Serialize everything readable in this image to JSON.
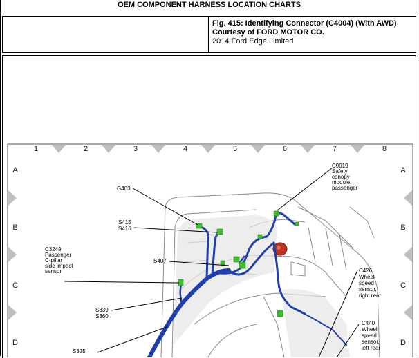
{
  "header": {
    "title": "OEM COMPONENT HARNESS LOCATION CHARTS"
  },
  "figure_info": {
    "caption": "Fig. 415: Identifying Connector (C4004) (With AWD)",
    "courtesy": "Courtesy of FORD MOTOR CO.",
    "vehicle": "2014 Ford Edge Limited"
  },
  "grid": {
    "columns": [
      "1",
      "2",
      "3",
      "4",
      "5",
      "6",
      "7",
      "8"
    ],
    "rows": [
      "A",
      "B",
      "C",
      "D"
    ]
  },
  "callouts": {
    "c9019": [
      "C9019",
      "Safety",
      "canopy",
      "module,",
      "passenger"
    ],
    "g403": [
      "G403"
    ],
    "s415": [
      "S415",
      "S416"
    ],
    "s407": [
      "S407"
    ],
    "c3249": [
      "C3249",
      "Passenger",
      "C-pillar",
      "side impact",
      "sensor"
    ],
    "s339": [
      "S339",
      "S360"
    ],
    "s325": [
      "S325"
    ],
    "c426": [
      "C426",
      "Wheel",
      "speed",
      "sensor,",
      "right rear"
    ],
    "c440": [
      "C440",
      "Wheel",
      "speed",
      "sensor,",
      "left rear"
    ]
  },
  "colors": {
    "wire": "#1f3fb0",
    "connector": "#3fbf2f",
    "body_line": "#7a7a7a",
    "marker": "#bfbfbf"
  }
}
